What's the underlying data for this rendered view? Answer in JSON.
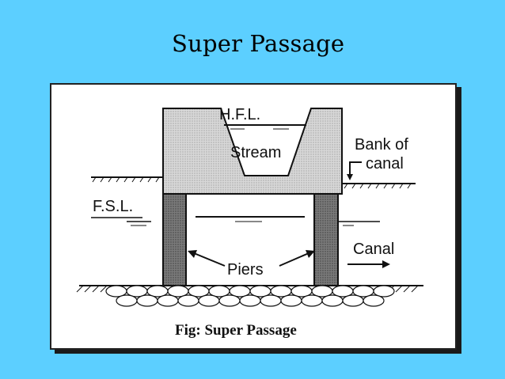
{
  "slide": {
    "title": "Super Passage"
  },
  "figure": {
    "labels": {
      "hfl": "H.F.L.",
      "stream": "Stream",
      "bank_line1": "Bank of",
      "bank_line2": "canal",
      "fsl": "F.S.L.",
      "canal": "Canal",
      "piers": "Piers"
    },
    "caption": "Fig: Super Passage"
  }
}
